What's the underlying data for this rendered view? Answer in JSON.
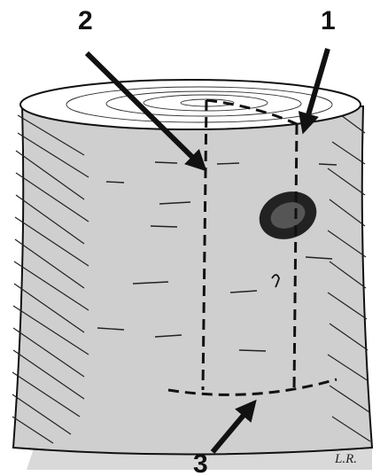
{
  "callouts": [
    {
      "id": "1",
      "label": "1"
    },
    {
      "id": "2",
      "label": "2"
    },
    {
      "id": "3",
      "label": "3"
    }
  ],
  "signature": "L.R.",
  "colors": {
    "log_face": "#cfcfcf",
    "top_face": "#ffffff",
    "ink": "#111111",
    "ground": "#d9d9d9"
  }
}
